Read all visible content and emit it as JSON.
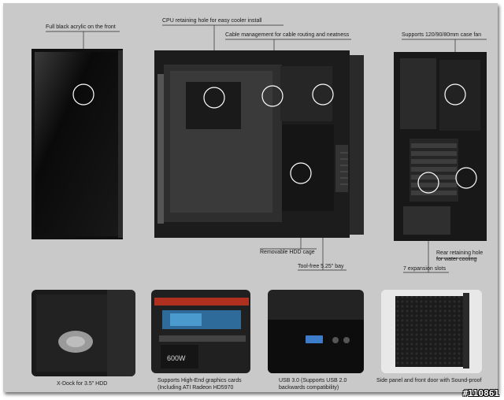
{
  "callouts": {
    "front_acrylic": "Full black acrylic on the front",
    "cpu_hole": "CPU retaining hole for easy cooler install",
    "cable_mgmt": "Cable management for cable routing and neatness",
    "case_fan": "Supports 120/90/80mm case fan",
    "hdd_cage": "Removable HDD cage",
    "tool_free_bay": "Tool-free 5.25\" bay",
    "water_hole_line1": "Rear retaining hole",
    "water_hole_line2": "for water cooling",
    "expansion_slots": "7 expansion slots"
  },
  "features": [
    {
      "caption": "X-Dock for 3.5\" HDD"
    },
    {
      "caption": "Supports High-End graphics cards (Including ATI Radeon HD5970"
    },
    {
      "caption": "USB 3.0 (Supports USB 2.0 backwards compatibility)"
    },
    {
      "caption": "Side panel and front door with Sound-proof"
    }
  ],
  "psu_label": "600W",
  "watermark": "#110861"
}
